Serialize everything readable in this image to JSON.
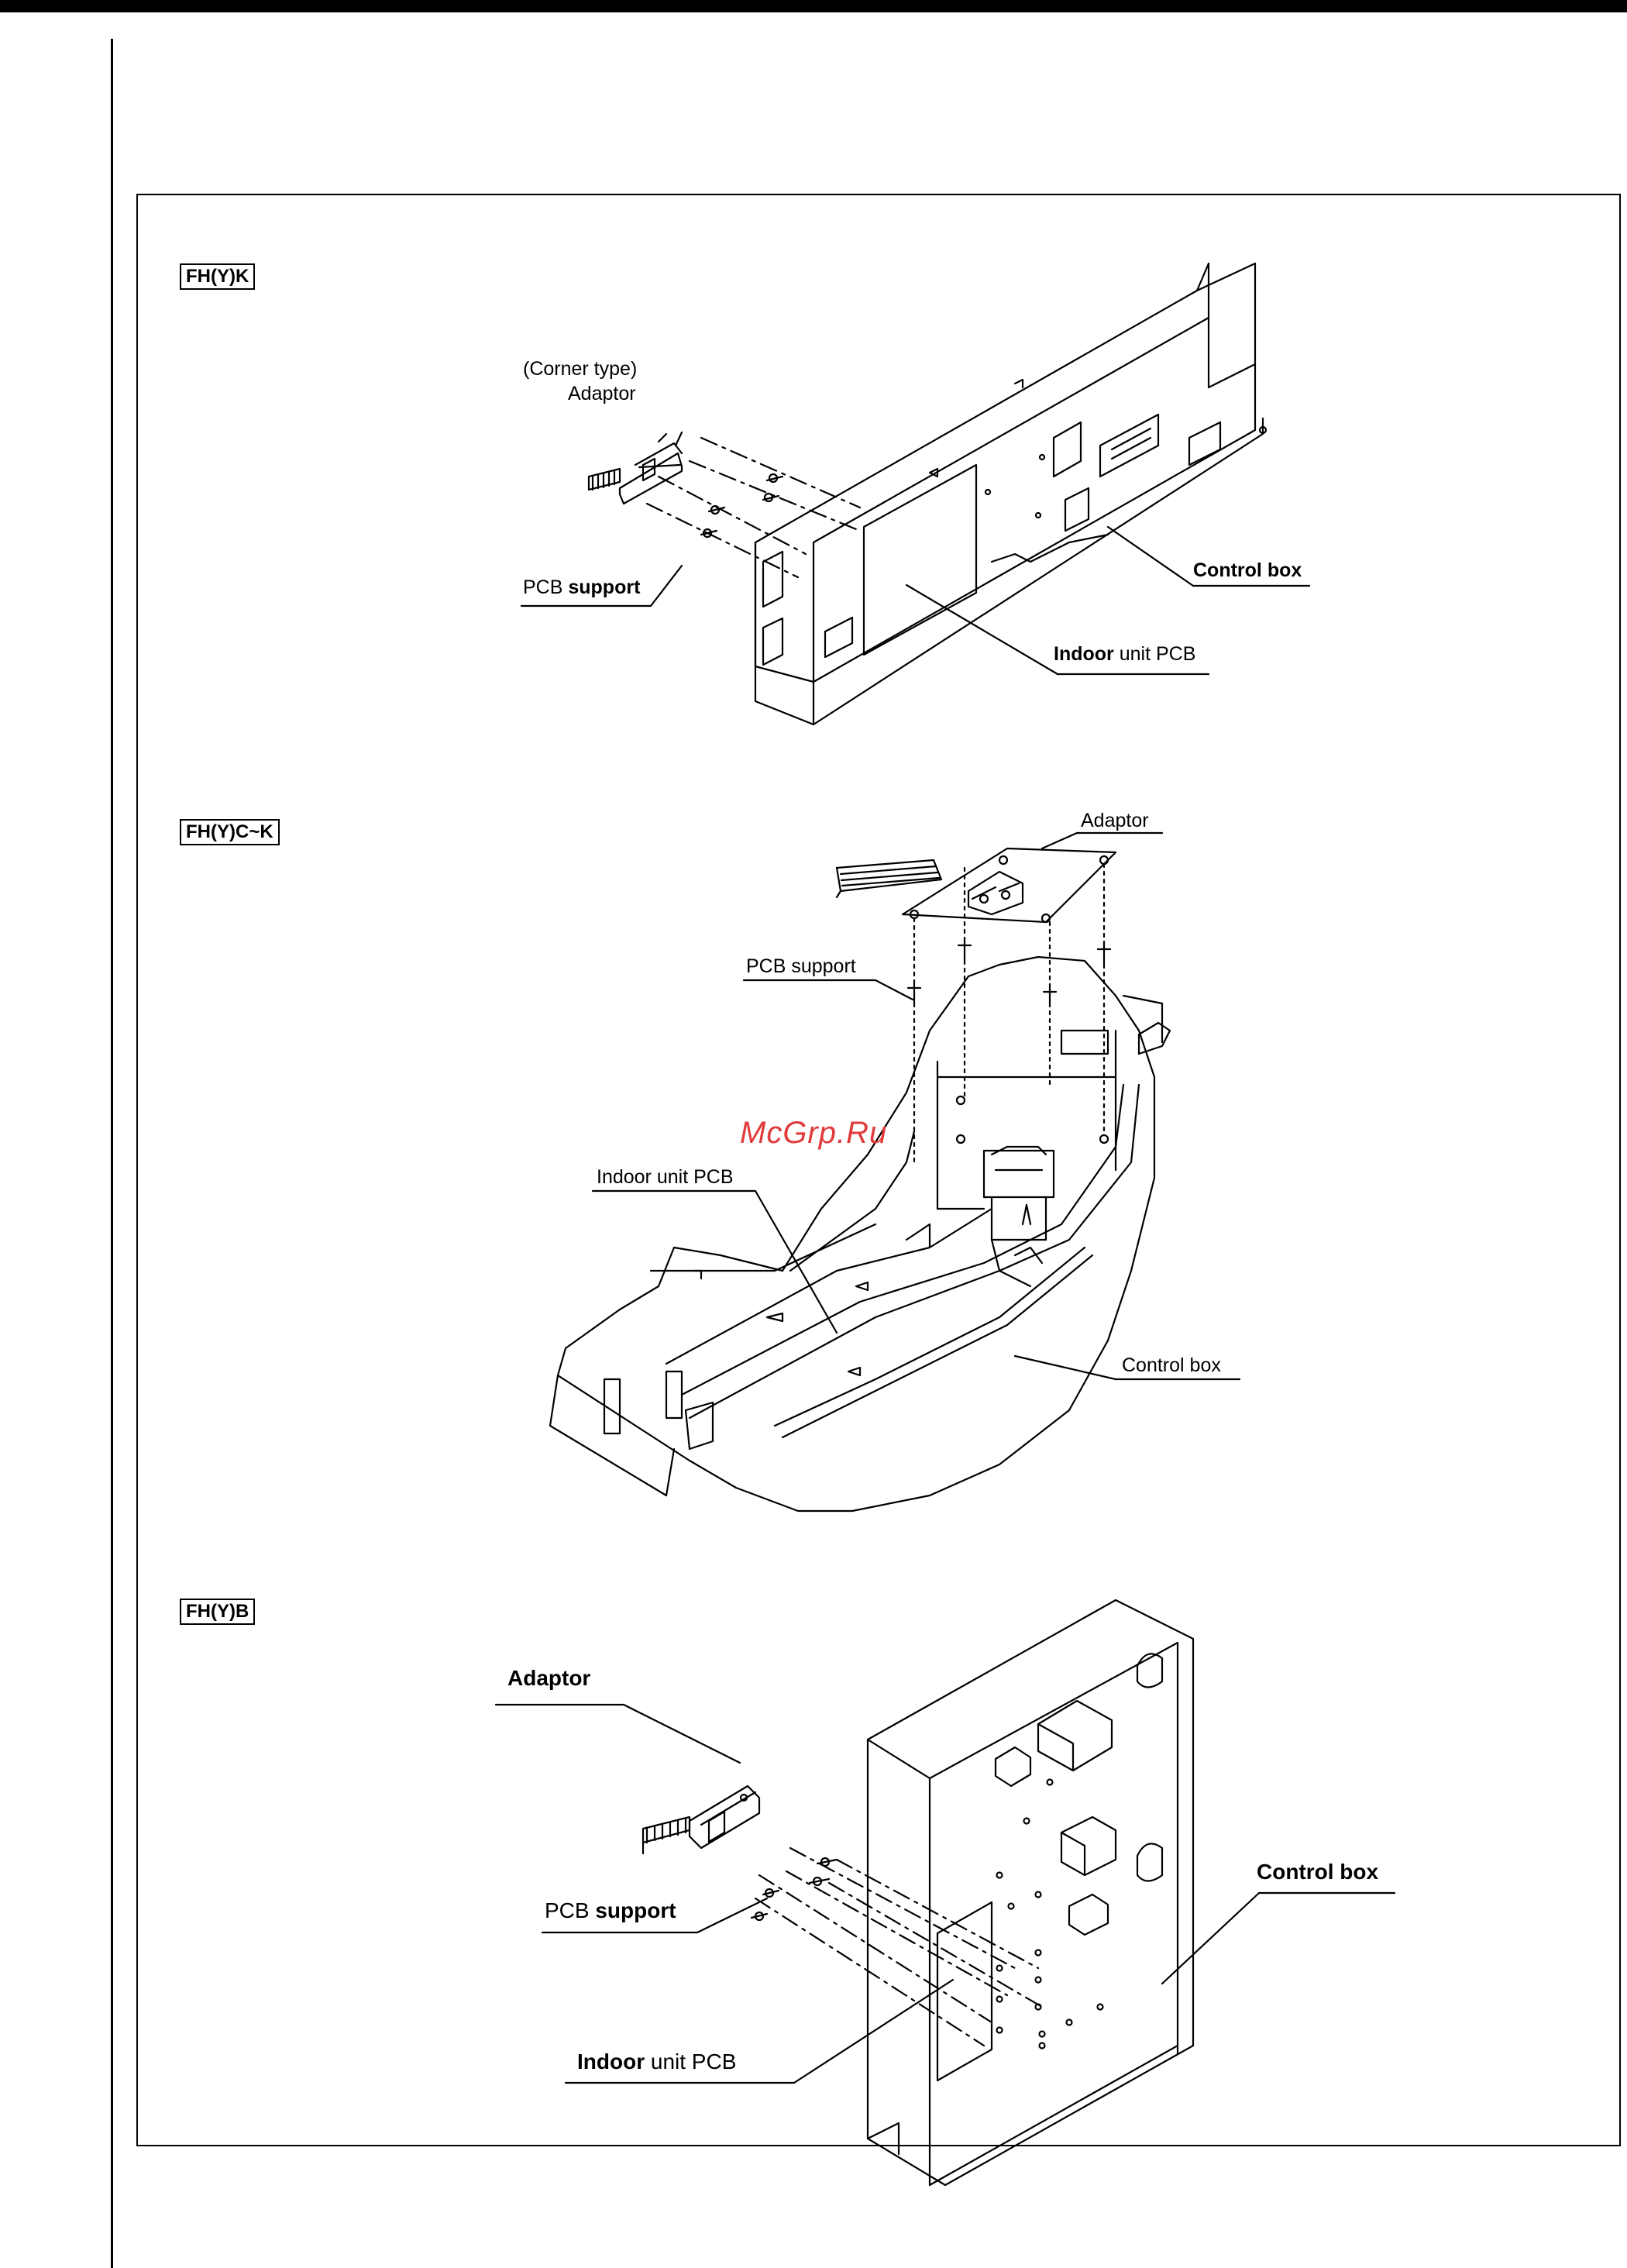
{
  "panels": [
    {
      "tag": "FH(Y)K",
      "labels": {
        "corner_type": "(Corner type)",
        "adaptor": "Adaptor",
        "pcb_support_a": "PCB",
        "pcb_support_b": "support",
        "control_box": "Control box",
        "indoor_a": "Indoor",
        "indoor_b": "unit PCB"
      }
    },
    {
      "tag": "FH(Y)C~K",
      "labels": {
        "adaptor": "Adaptor",
        "pcb_support": "PCB support",
        "indoor_unit_pcb": "Indoor unit PCB",
        "control_box": "Control box"
      }
    },
    {
      "tag": "FH(Y)B",
      "labels": {
        "adaptor": "Adaptor",
        "pcb_support_a": "PCB",
        "pcb_support_b": "support",
        "control_box": "Control box",
        "indoor_a": "Indoor",
        "indoor_b": "unit PCB"
      }
    }
  ],
  "watermark": "McGrp.Ru",
  "colors": {
    "ink": "#000000",
    "watermark": "#e03a3a"
  }
}
